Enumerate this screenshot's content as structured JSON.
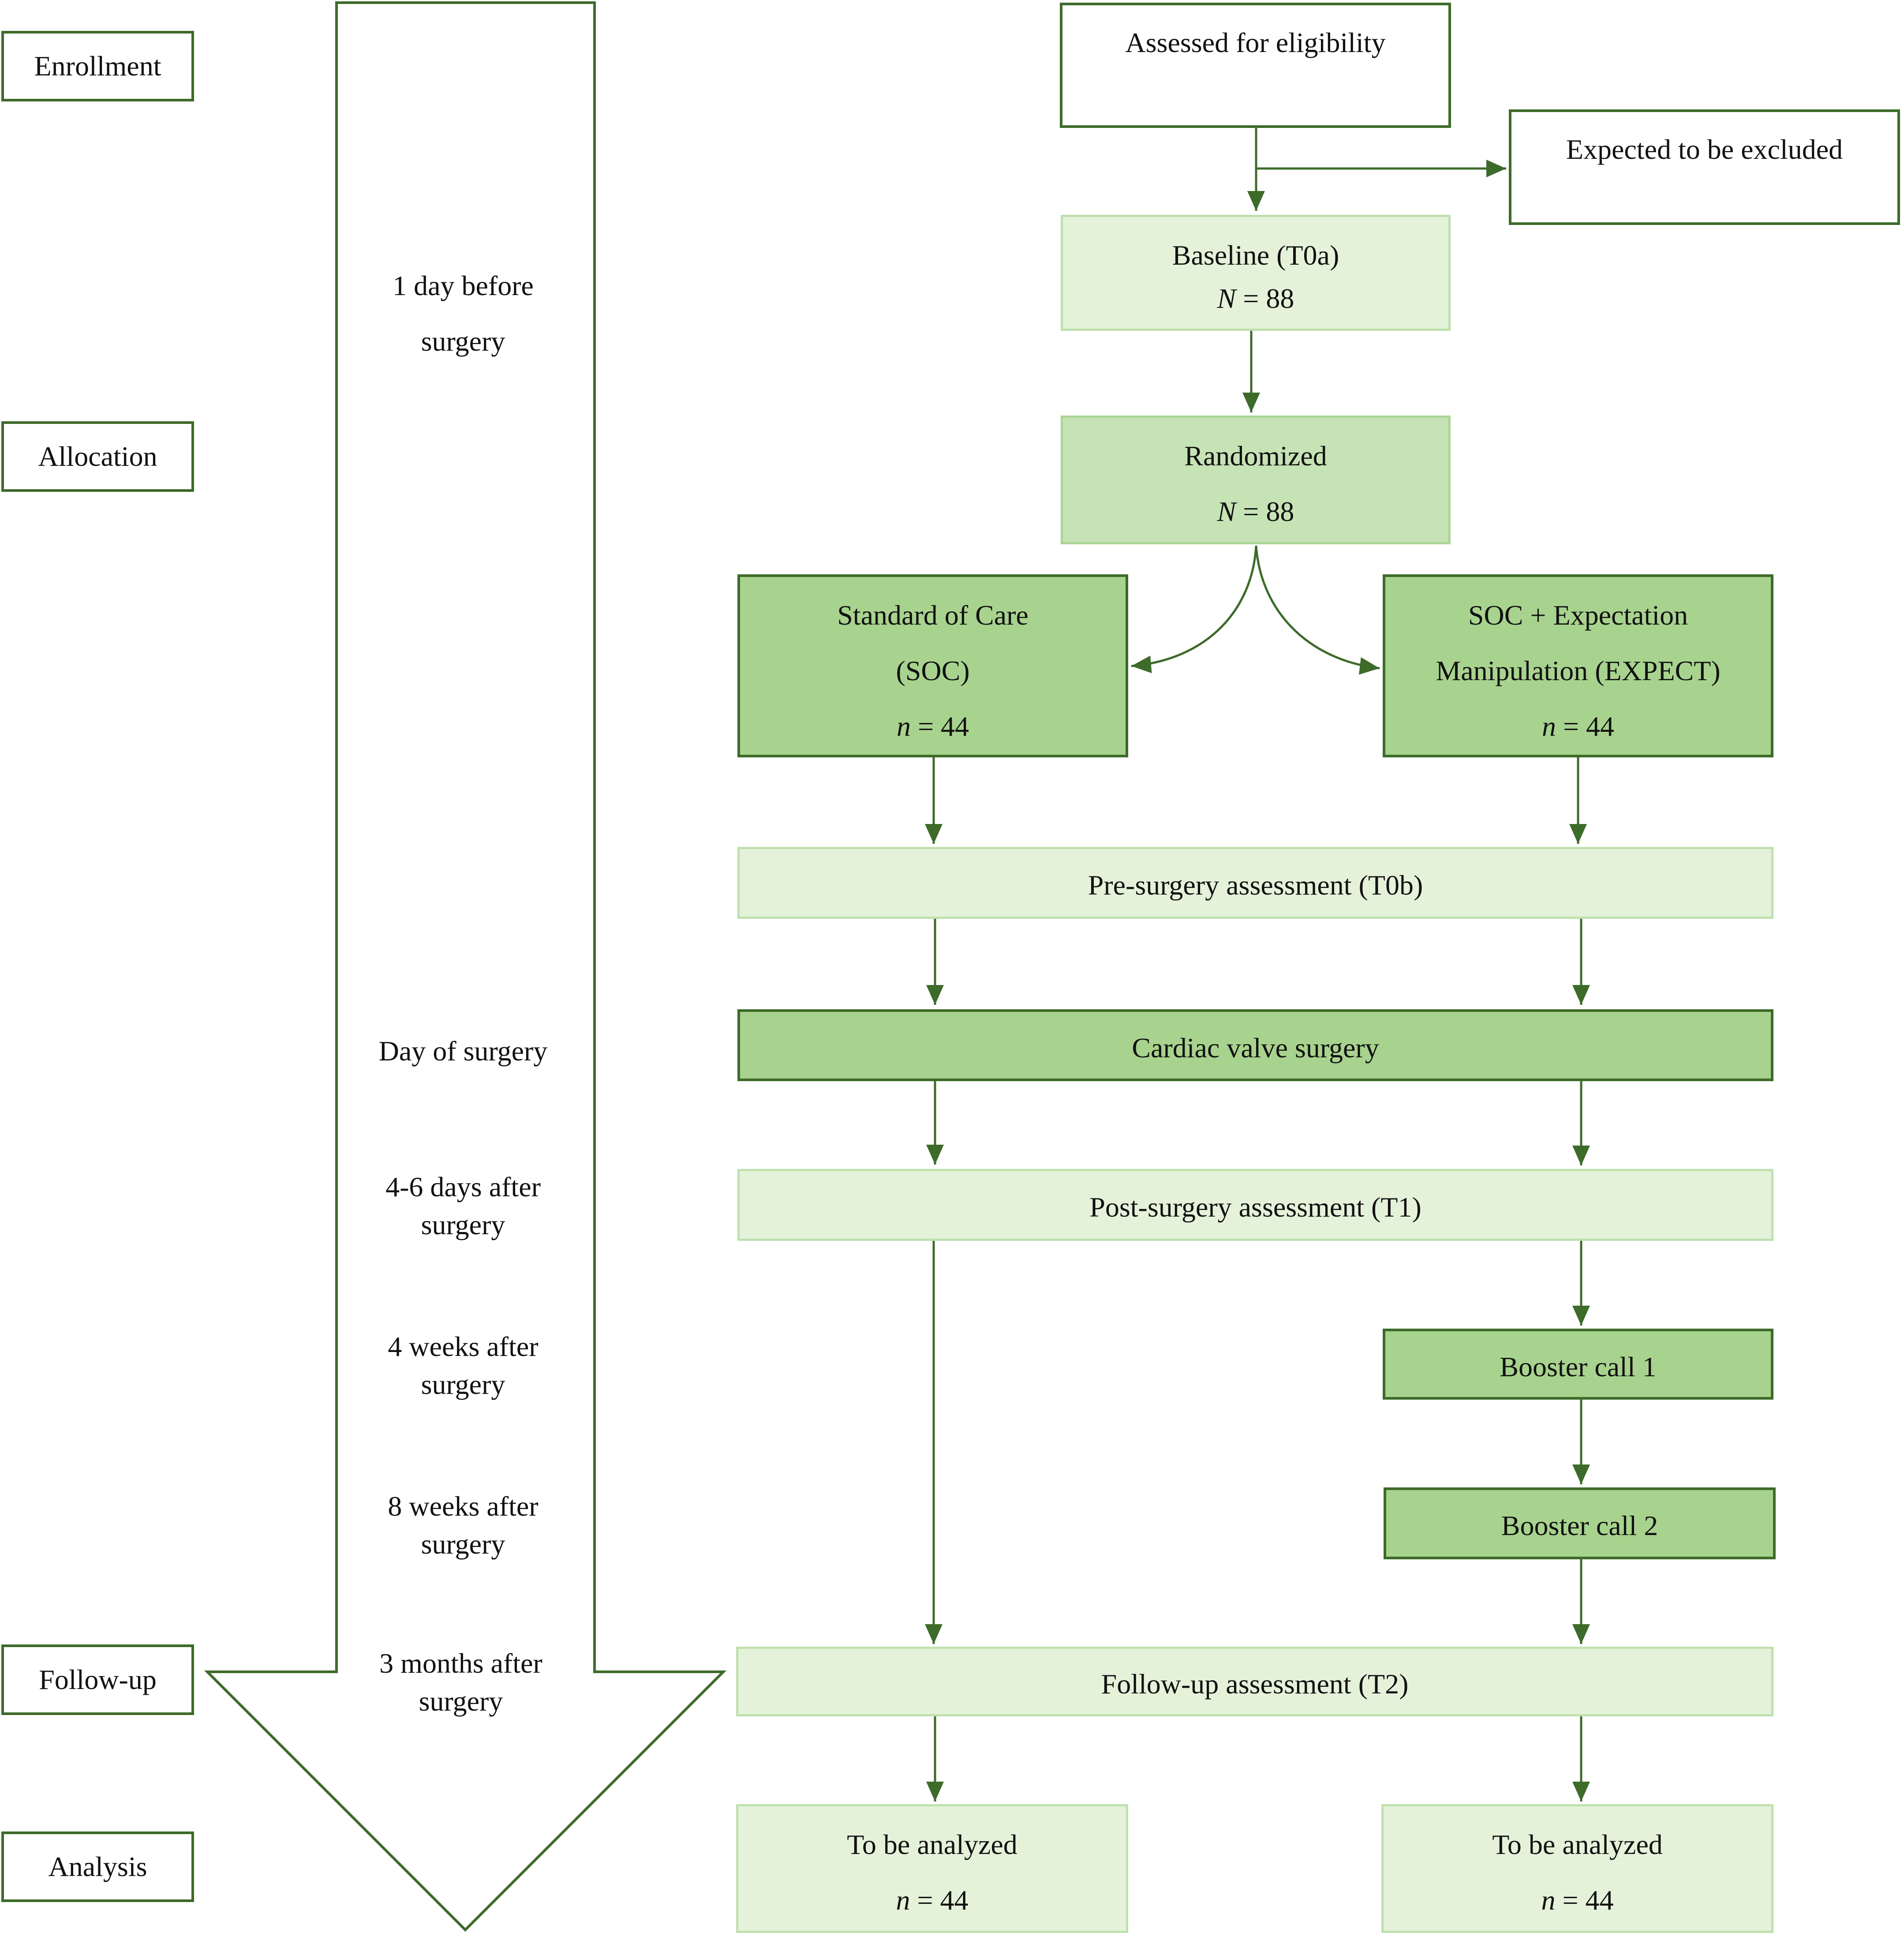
{
  "stages": {
    "enrollment": "Enrollment",
    "allocation": "Allocation",
    "follow_up": "Follow-up",
    "analysis": "Analysis"
  },
  "timeline": {
    "t1": [
      "1 day before",
      "surgery"
    ],
    "t2": [
      "Day of surgery"
    ],
    "t3": [
      "4-6 days after",
      "surgery"
    ],
    "t4": [
      "4 weeks after",
      "surgery"
    ],
    "t5": [
      "8 weeks after",
      "surgery"
    ],
    "t6": [
      "3 months after",
      "surgery"
    ]
  },
  "boxes": {
    "eligibility": "Assessed for eligibility",
    "excluded": "Expected to be excluded",
    "baseline": {
      "title": "Baseline (T0a)",
      "n_symbol": "N",
      "n_value": " = 88"
    },
    "randomized": {
      "title": "Randomized",
      "n_symbol": "N",
      "n_value": " = 88"
    },
    "soc": {
      "line1": "Standard of Care",
      "line2": "(SOC)",
      "n_symbol": "n",
      "n_value": " = 44"
    },
    "expect": {
      "line1": "SOC + Expectation",
      "line2": "Manipulation (EXPECT)",
      "n_symbol": "n",
      "n_value": " = 44"
    },
    "pre_surgery": "Pre-surgery assessment (T0b)",
    "surgery": "Cardiac valve surgery",
    "post_surgery": "Post-surgery assessment (T1)",
    "booster1": "Booster call 1",
    "booster2": "Booster call 2",
    "follow_up": "Follow-up assessment (T2)",
    "analyzed_soc": {
      "title": "To be analyzed",
      "n_symbol": "n",
      "n_value": " = 44"
    },
    "analyzed_expect": {
      "title": "To be analyzed",
      "n_symbol": "n",
      "n_value": " = 44"
    }
  },
  "colors": {
    "stroke": "#3d6b2a",
    "light_fill": "#e4f2da",
    "mid_fill": "#c6e3b5",
    "dark_fill": "#a8d38e"
  }
}
